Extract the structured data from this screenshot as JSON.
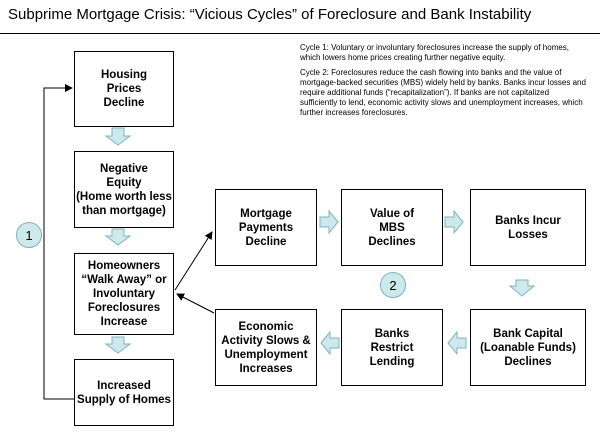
{
  "title": "Subprime Mortgage Crisis:  “Vicious Cycles” of Foreclosure and Bank Instability",
  "notes": {
    "cycle1": "Cycle 1: Voluntary or involuntary foreclosures increase the supply of homes, which lowers home prices creating further negative equity.",
    "cycle2": "Cycle 2: Foreclosures reduce the cash flowing into banks and the value of mortgage-backed securities (MBS) widely held by banks.  Banks incur losses and require additional funds (“recapitalization”).  If banks are not capitalized sufficiently to lend, economic activity slows and unemployment increases, which further increases foreclosures."
  },
  "boxes": {
    "housing_prices": "Housing\nPrices\nDecline",
    "negative_equity": "Negative\nEquity\n(Home worth less\nthan mortgage)",
    "walk_away": "Homeowners\n“Walk Away” or\nInvoluntary\nForeclosures\nIncrease",
    "supply": "Increased\nSupply of Homes",
    "mortgage_payments": "Mortgage\nPayments\nDecline",
    "mbs": "Value of\nMBS\nDeclines",
    "losses": "Banks Incur\nLosses",
    "capital": "Bank Capital\n(Loanable Funds)\nDeclines",
    "restrict": "Banks\nRestrict\nLending",
    "economic": "Economic\nActivity Slows &\nUnemployment\nIncreases"
  },
  "cycle_labels": {
    "one": "1",
    "two": "2"
  },
  "colors": {
    "block_arrow_fill": "#cde9ec",
    "block_arrow_stroke": "#7fb3bf",
    "line": "#000000"
  }
}
